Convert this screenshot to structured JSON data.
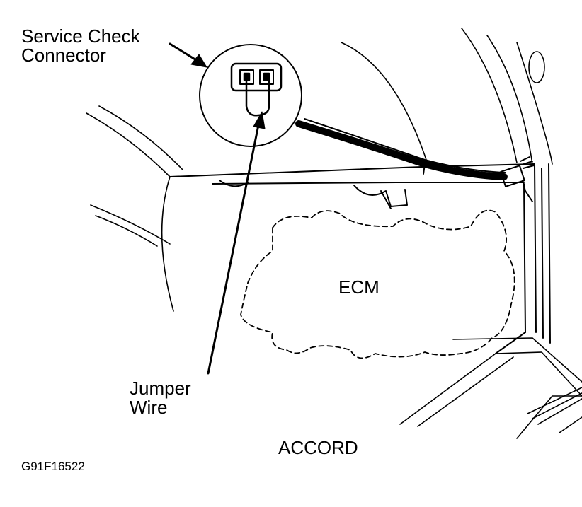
{
  "labels": {
    "service_check_line1": "Service Check",
    "service_check_line2": "Connector",
    "ecm": "ECM",
    "jumper_line1": "Jumper",
    "jumper_line2": "Wire",
    "model": "ACCORD",
    "figure_id": "G91F16522"
  },
  "colors": {
    "ink": "#000000",
    "background": "#ffffff"
  }
}
